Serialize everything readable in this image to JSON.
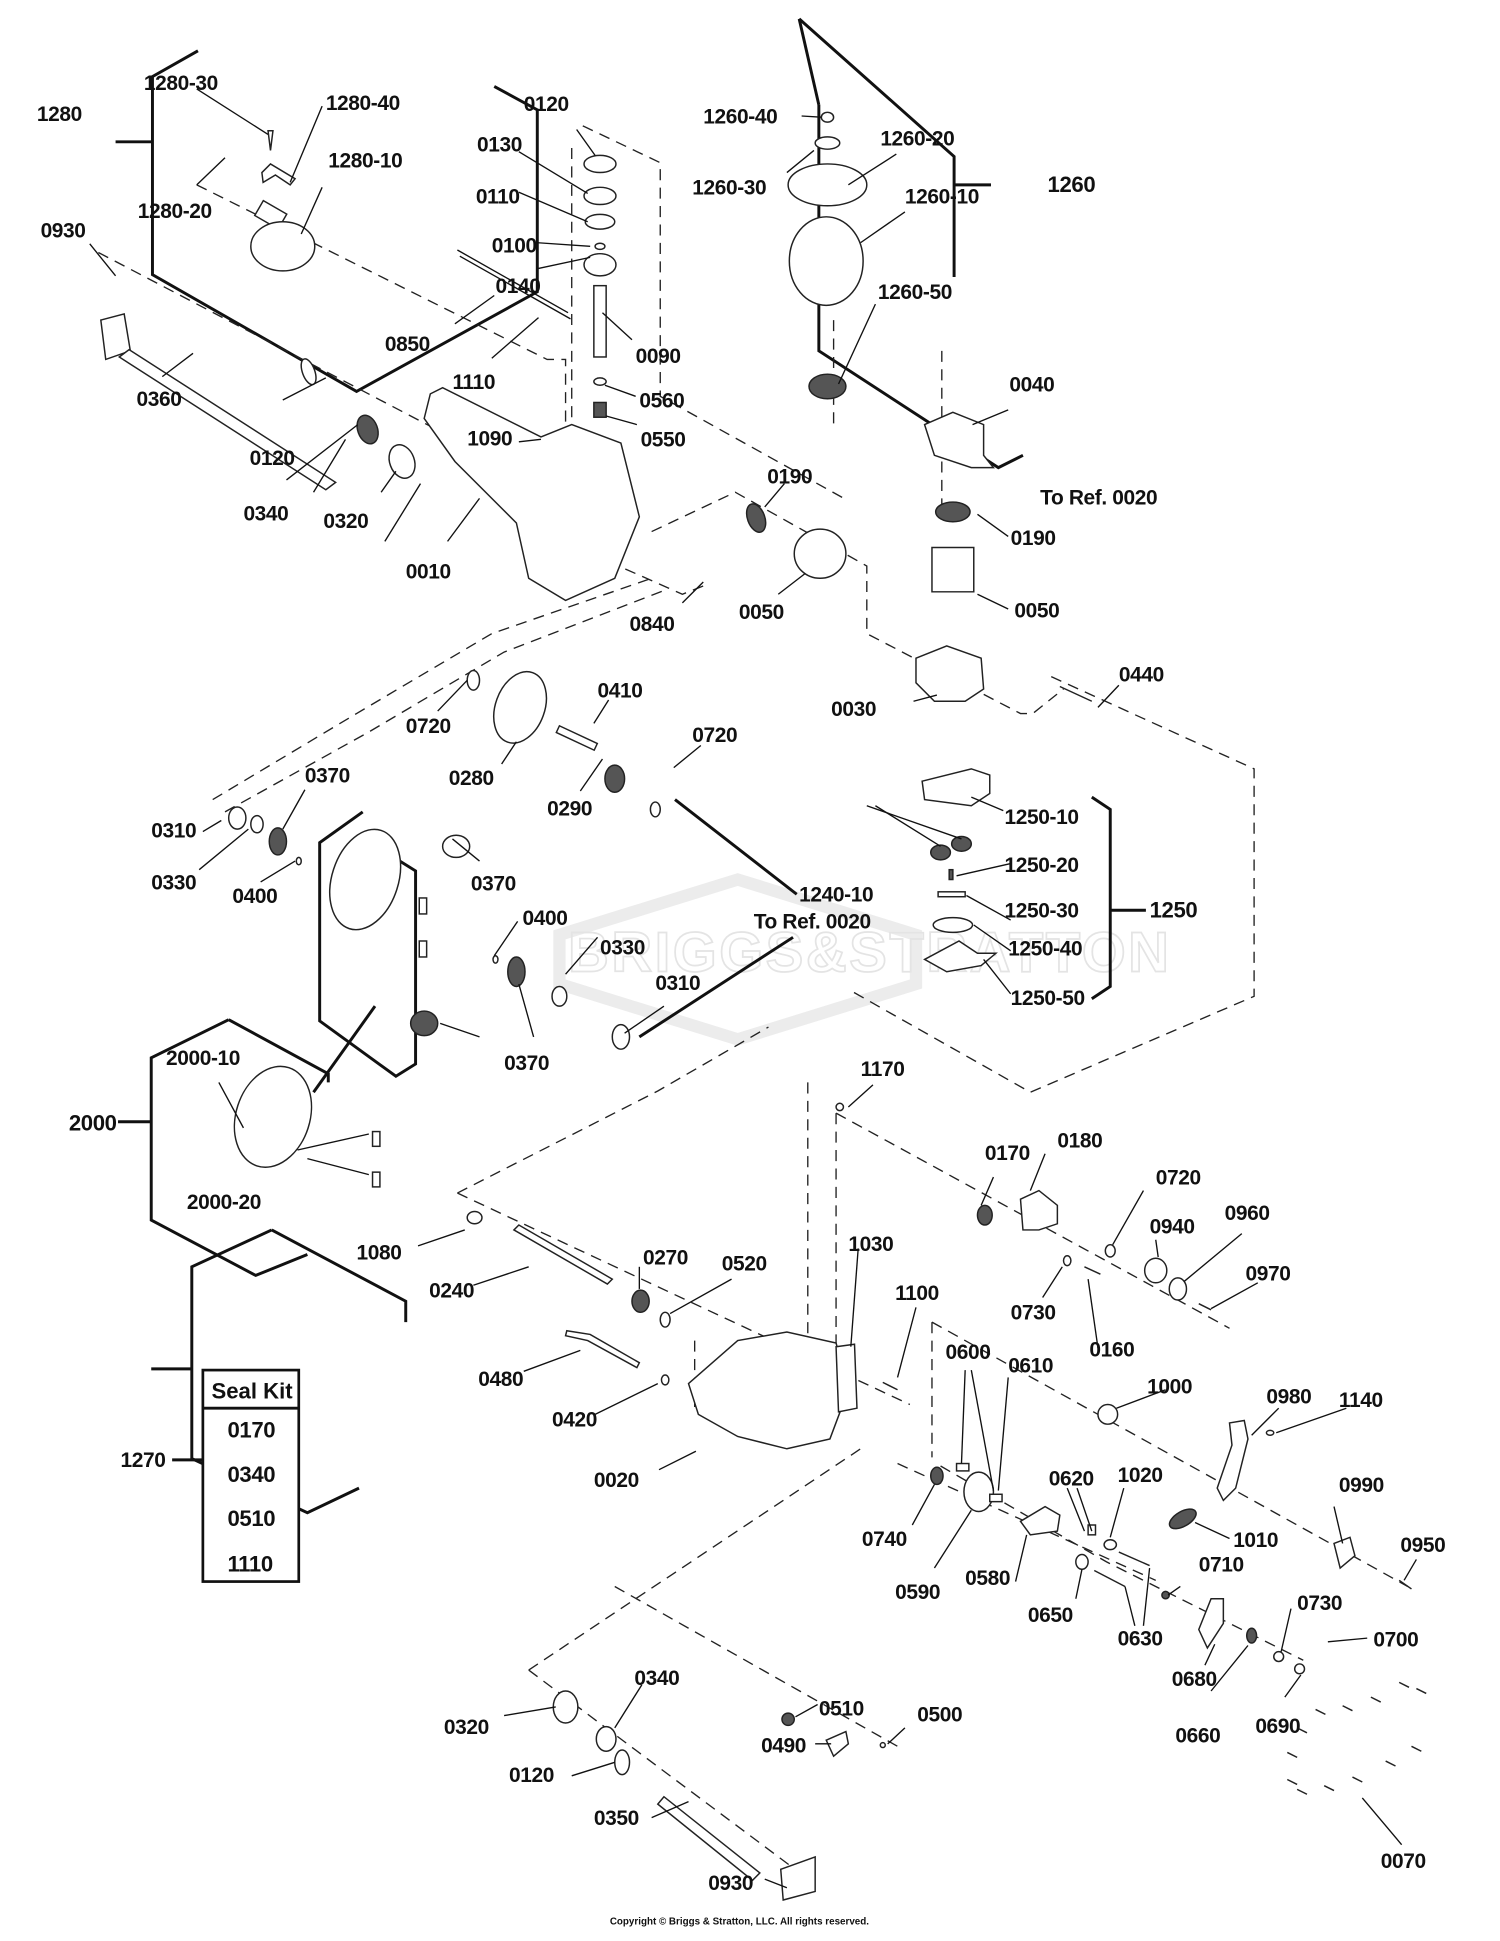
{
  "document": {
    "type": "exploded parts diagram",
    "watermark": "BRIGGS&STRATTON",
    "copyright": "Copyright © Briggs & Stratton, LLC. All rights reserved."
  },
  "groups": [
    {
      "ref": "1280",
      "children": [
        "1280-10",
        "1280-20",
        "1280-30",
        "1280-40"
      ]
    },
    {
      "ref": "1260",
      "children": [
        "1260-10",
        "1260-20",
        "1260-30",
        "1260-40",
        "1260-50"
      ]
    },
    {
      "ref": "1250",
      "children": [
        "1250-10",
        "1250-20",
        "1250-30",
        "1250-40",
        "1250-50"
      ]
    },
    {
      "ref": "2000",
      "children": [
        "2000-10",
        "2000-20"
      ]
    }
  ],
  "cross_references": [
    {
      "text": "To Ref. 0020"
    },
    {
      "text": "To Ref. 0020"
    }
  ],
  "seal_kit": {
    "ref": "1270",
    "title": "Seal Kit",
    "items": [
      "0170",
      "0340",
      "0510",
      "1110"
    ]
  },
  "callouts": [
    "1280",
    "1280-30",
    "1280-40",
    "1280-10",
    "1280-20",
    "0930",
    "0850",
    "1110",
    "0360",
    "0120",
    "0340",
    "0320",
    "0010",
    "1090",
    "0840",
    "0120",
    "0130",
    "0110",
    "0100",
    "0140",
    "0090",
    "0560",
    "0550",
    "1260-40",
    "1260-20",
    "1260-30",
    "1260-10",
    "1260-50",
    "1260",
    "0040",
    "To Ref. 0020",
    "0190",
    "0190",
    "0050",
    "0050",
    "0030",
    "0440",
    "0720",
    "0410",
    "0280",
    "0290",
    "0720",
    "0310",
    "0370",
    "0330",
    "0400",
    "0370",
    "0400",
    "0330",
    "0310",
    "0370",
    "1240-10",
    "1250-10",
    "1250-20",
    "1250-30",
    "1250",
    "1250-40",
    "1250-50",
    "To Ref. 0020",
    "2000-10",
    "2000",
    "2000-20",
    "1170",
    "0170",
    "0180",
    "0720",
    "0940",
    "0960",
    "0970",
    "0730",
    "0160",
    "1080",
    "0240",
    "0270",
    "0520",
    "1030",
    "1100",
    "0480",
    "0420",
    "0020",
    "1000",
    "0980",
    "1140",
    "0600",
    "0610",
    "0620",
    "1020",
    "1010",
    "0990",
    "0950",
    "0740",
    "0590",
    "0580",
    "0650",
    "0630",
    "0710",
    "0730",
    "0700",
    "0680",
    "0660",
    "0690",
    "0510",
    "0340",
    "0320",
    "0500",
    "0490",
    "0120",
    "0350",
    "0930",
    "0070"
  ]
}
